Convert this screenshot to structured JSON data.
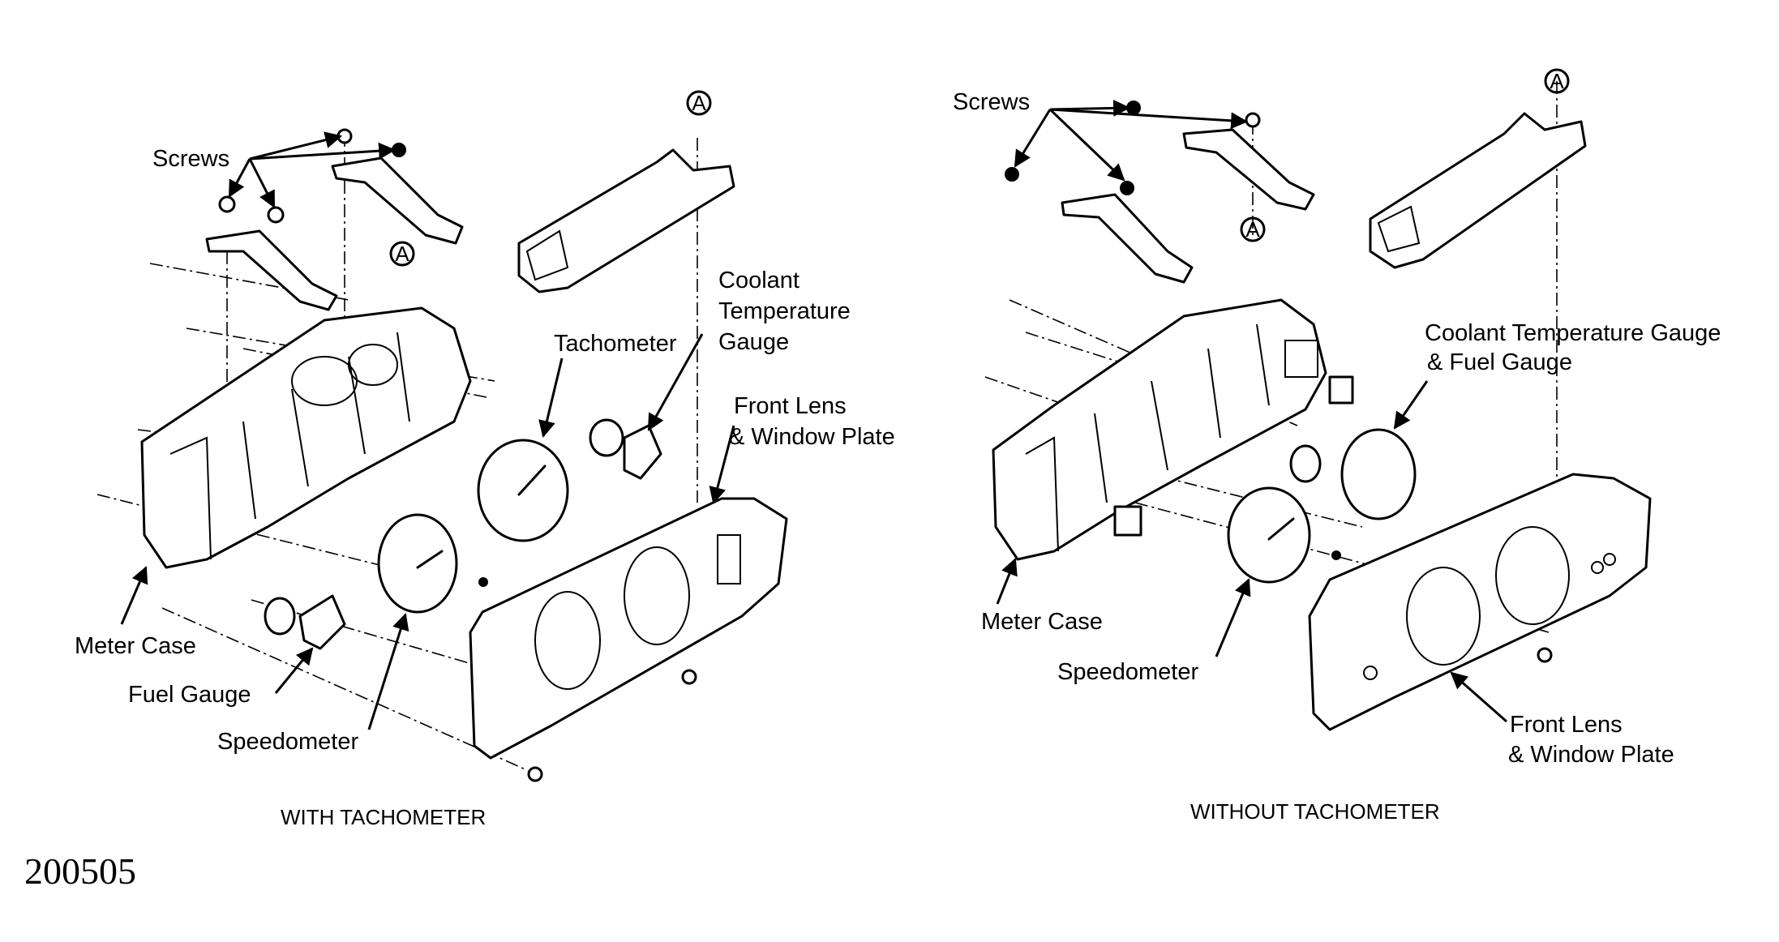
{
  "left": {
    "labels": {
      "screws": "Screws",
      "coolant_line1": "Coolant",
      "coolant_line2": "Temperature",
      "coolant_line3": "Gauge",
      "tachometer": "Tachometer",
      "front_lens_line1": "Front Lens",
      "front_lens_line2": "& Window Plate",
      "meter_case": "Meter Case",
      "fuel_gauge": "Fuel Gauge",
      "speedometer": "Speedometer"
    },
    "ref_top": "A",
    "ref_mid": "A",
    "caption": "WITH TACHOMETER"
  },
  "right": {
    "labels": {
      "screws": "Screws",
      "coolant_fuel_line1": "Coolant Temperature Gauge",
      "coolant_fuel_line2": "& Fuel Gauge",
      "meter_case": "Meter Case",
      "speedometer": "Speedometer",
      "front_lens_line1": "Front Lens",
      "front_lens_line2": "& Window Plate"
    },
    "ref_top": "A",
    "ref_mid": "A",
    "caption": "WITHOUT TACHOMETER"
  },
  "figure_number": "200505"
}
